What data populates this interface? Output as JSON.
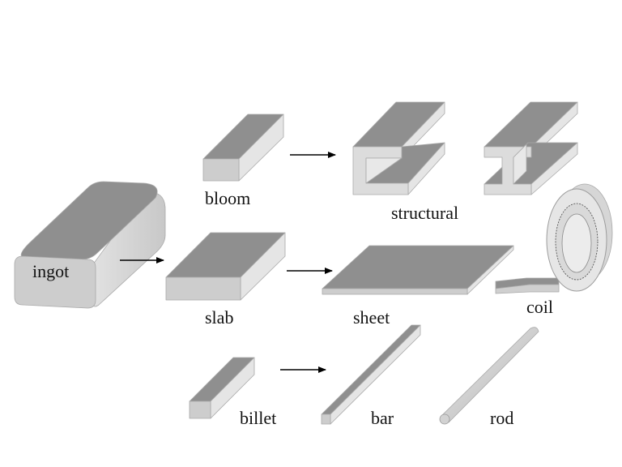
{
  "labels": {
    "ingot": "ingot",
    "bloom": "bloom",
    "structural": "structural",
    "slab": "slab",
    "sheet": "sheet",
    "coil": "coil",
    "billet": "billet",
    "bar": "bar",
    "rod": "rod"
  },
  "colors": {
    "top_face": "#8f8f8f",
    "front_face": "#cfcfcf",
    "side_face": "#e6e6e6",
    "arrow": "#000000",
    "text": "#111111"
  }
}
